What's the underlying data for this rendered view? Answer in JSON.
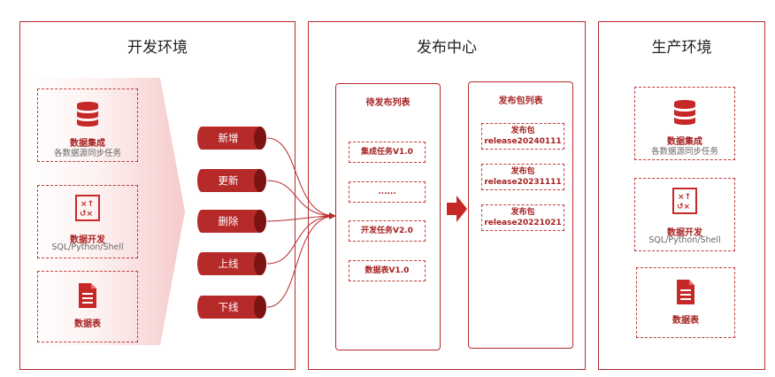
{
  "dev": {
    "title": "开发环境",
    "cards": [
      {
        "icon": "database-icon",
        "title": "数据集成",
        "sub": "各数据源同步任务"
      },
      {
        "icon": "code-icon",
        "title": "数据开发",
        "sub": "SQL/Python/Shell"
      },
      {
        "icon": "document-icon",
        "title": "数据表",
        "sub": ""
      }
    ]
  },
  "actions": [
    "新增",
    "更新",
    "删除",
    "上线",
    "下线"
  ],
  "release": {
    "title": "发布中心",
    "pending": {
      "title": "待发布列表",
      "items": [
        "集成任务V1.0",
        "......",
        "开发任务V2.0",
        "数据表V1.0"
      ]
    },
    "packages": {
      "title": "发布包列表",
      "items": [
        {
          "label": "发布包",
          "name": "release20240111"
        },
        {
          "label": "发布包",
          "name": "release20231111"
        },
        {
          "label": "发布包",
          "name": "release20221021"
        }
      ]
    }
  },
  "prod": {
    "title": "生产环境",
    "cards": [
      {
        "icon": "database-icon",
        "title": "数据集成",
        "sub": "各数据源同步任务"
      },
      {
        "icon": "code-icon",
        "title": "数据开发",
        "sub": "SQL/Python/Shell"
      },
      {
        "icon": "document-icon",
        "title": "数据表",
        "sub": ""
      }
    ]
  },
  "colors": {
    "accent": "#b72a2a",
    "text_red": "#a62020"
  }
}
